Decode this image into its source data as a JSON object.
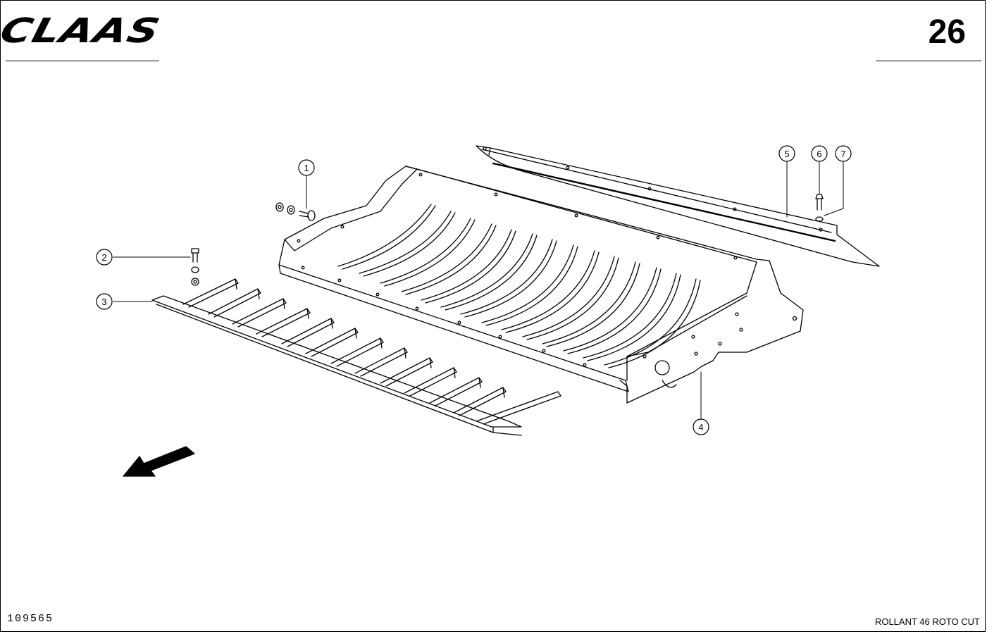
{
  "header": {
    "brand": "CLAAS",
    "page_number": "26"
  },
  "footer": {
    "drawing_number": "109565",
    "model": "ROLLANT 46 ROTO CUT"
  },
  "callouts": [
    {
      "id": "callout-1",
      "label": "1"
    },
    {
      "id": "callout-2",
      "label": "2"
    },
    {
      "id": "callout-3",
      "label": "3"
    },
    {
      "id": "callout-4",
      "label": "4"
    },
    {
      "id": "callout-5",
      "label": "5"
    },
    {
      "id": "callout-6",
      "label": "6"
    },
    {
      "id": "callout-7",
      "label": "7"
    }
  ],
  "colors": {
    "ink": "#000000",
    "paper": "#ffffff"
  }
}
